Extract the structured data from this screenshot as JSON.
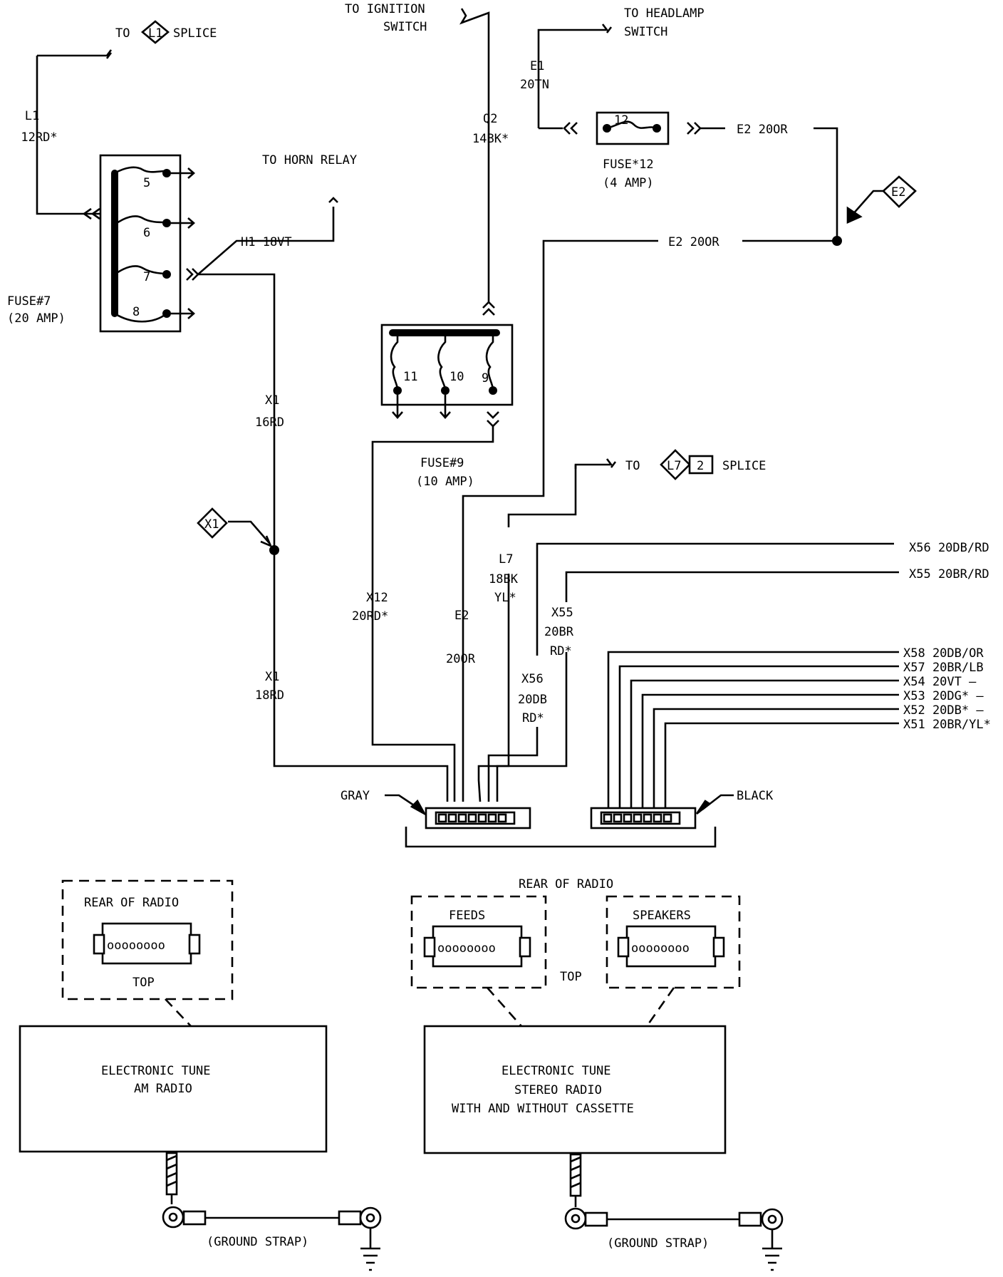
{
  "labels": {
    "to_l1_splice_to": "TO",
    "to_l1_splice_tag": "L1",
    "to_l1_splice_word": "SPLICE",
    "to_ignition_1": "TO IGNITION",
    "to_ignition_2": "SWITCH",
    "to_headlamp_1": "TO HEADLAMP",
    "to_headlamp_2": "SWITCH",
    "e1_name": "E1",
    "e1_wire": "20TN",
    "l1_name": "L1",
    "l1_wire": "12RD*",
    "q2_name": "Q2",
    "q2_wire": "14BK*",
    "fuse12_num": "12",
    "fuse12_label": "FUSE*12",
    "fuse12_rating": "(4 AMP)",
    "e2_top": "E2 20OR",
    "e2_tag": "E2",
    "e2_mid": "E2 20OR",
    "to_horn_relay": "TO HORN RELAY",
    "h1_wire": "H1 18VT",
    "fuse_5": "5",
    "fuse_6": "6",
    "fuse_7": "7",
    "fuse_8": "8",
    "fuse7_label": "FUSE#7",
    "fuse7_rating": "(20 AMP)",
    "fuse_11": "11",
    "fuse_10": "10",
    "fuse_9": "9",
    "fuse9_label": "FUSE#9",
    "fuse9_rating": "(10 AMP)",
    "x1_name_a": "X1",
    "x1_wire_a": "16RD",
    "x1_tag": "X1",
    "x1_name_b": "X1",
    "x1_wire_b": "18RD",
    "x12_name": "X12",
    "x12_wire": "20RD*",
    "e2_low_name": "E2",
    "e2_low_wire": "20OR",
    "to_l7_to": "TO",
    "to_l7_tag": "L7",
    "to_l7_num": "2",
    "to_l7_word": "SPLICE",
    "l7_name": "L7",
    "l7_wire_1": "18BK",
    "l7_wire_2": "YL*",
    "x56_right": "X56 20DB/RD",
    "x55_right": "X55 20BR/RD",
    "x55_name": "X55",
    "x55_wire_1": "20BR",
    "x55_wire_2": "RD*",
    "x56_name": "X56",
    "x56_wire_1": "20DB",
    "x56_wire_2": "RD*",
    "x58": "X58 20DB/OR",
    "x57": "X57 20BR/LB",
    "x54": "X54 20VT  –",
    "x53": "X53 20DG* –",
    "x52": "X52 20DB*  –",
    "x51": "X51 20BR/YL*",
    "gray": "GRAY",
    "black": "BLACK",
    "rear_radio_am": "REAR OF RADIO",
    "top_am": "TOP",
    "rear_radio_stereo": "REAR OF RADIO",
    "feeds": "FEEDS",
    "speakers": "SPEAKERS",
    "top_stereo": "TOP",
    "am_radio_1": "ELECTRONIC TUNE",
    "am_radio_2": "AM RADIO",
    "stereo_1": "ELECTRONIC TUNE",
    "stereo_2": "STEREO RADIO",
    "stereo_3": "WITH AND WITHOUT CASSETTE",
    "ground_strap_1": "(GROUND STRAP)",
    "ground_strap_2": "(GROUND STRAP)"
  }
}
